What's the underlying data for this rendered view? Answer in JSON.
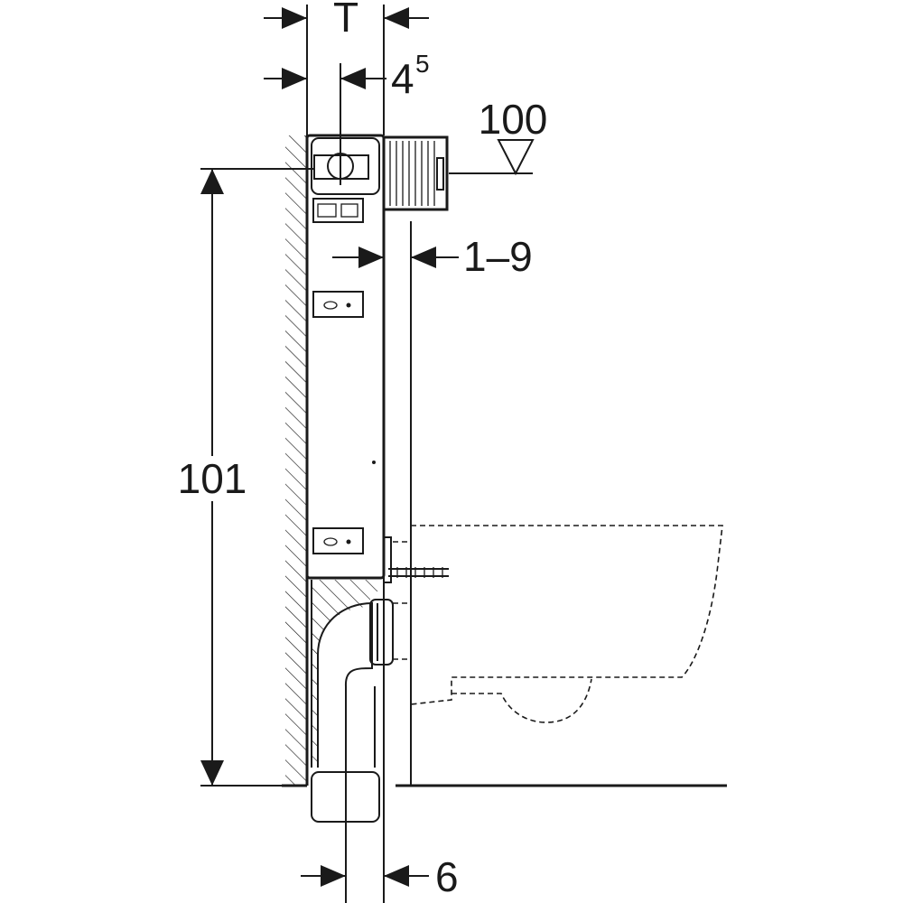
{
  "drawing": {
    "dimensions": {
      "depth_label": "T",
      "offset_label_main": "4",
      "offset_label_sup": "5",
      "flush_height_label": "100",
      "wall_finish_label": "1–9",
      "frame_height_label": "101",
      "drain_offset_label": "6"
    }
  }
}
